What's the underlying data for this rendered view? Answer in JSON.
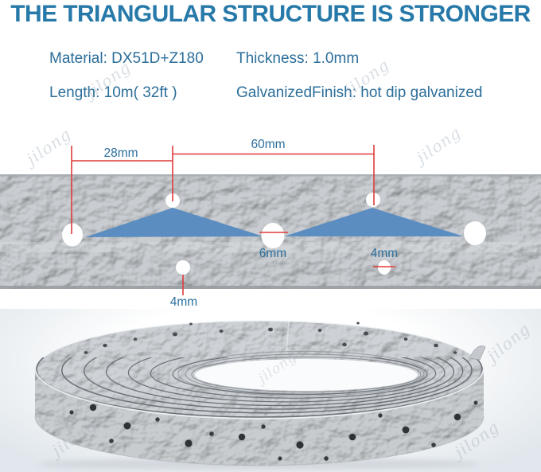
{
  "title": "THE TRIANGULAR STRUCTURE IS STRONGER",
  "specs": {
    "material": "Material: DX51D+Z180",
    "thickness": "Thickness: 1.0mm",
    "length": "Length: 10m( 32ft )",
    "finish": "GalvanizedFinish: hot dip galvanized"
  },
  "diagram": {
    "hole_spacing_small": "28mm",
    "hole_spacing_large": "60mm",
    "center_hole_diameter": "6mm",
    "side_hole_diameter": "4mm",
    "bottom_hole_diameter": "4mm"
  },
  "watermark": {
    "text": "jilong"
  },
  "colors": {
    "title_blue": "#2679a8",
    "spec_blue": "#2b6e9a",
    "dimension_red": "#e03a3a",
    "triangle_blue": "#5b8dc1",
    "metal_gray": "#c9cdd1"
  }
}
